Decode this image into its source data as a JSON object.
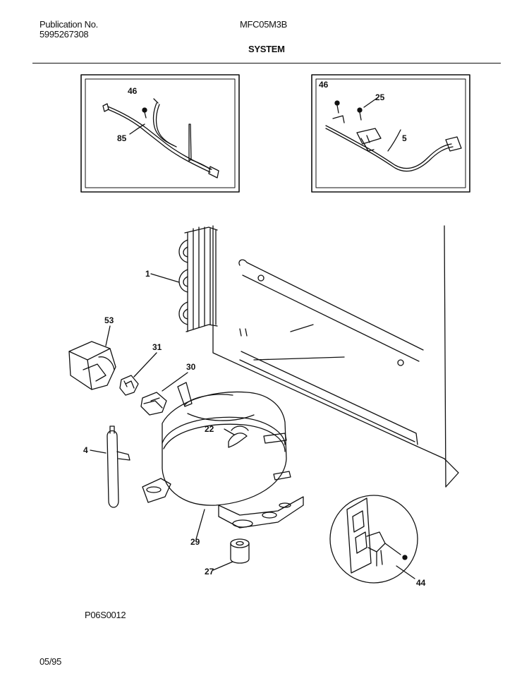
{
  "header": {
    "publication_label": "Publication No.",
    "publication_number": "5995267308",
    "model": "MFC05M3B",
    "section_title": "SYSTEM"
  },
  "callouts": {
    "inset_left": [
      "46",
      "85"
    ],
    "inset_right": [
      "46",
      "25",
      "5"
    ],
    "main": [
      "1",
      "53",
      "31",
      "30",
      "22",
      "4",
      "29",
      "27",
      "44"
    ]
  },
  "footer": {
    "diagram_code": "P06S0012",
    "date": "05/95"
  }
}
